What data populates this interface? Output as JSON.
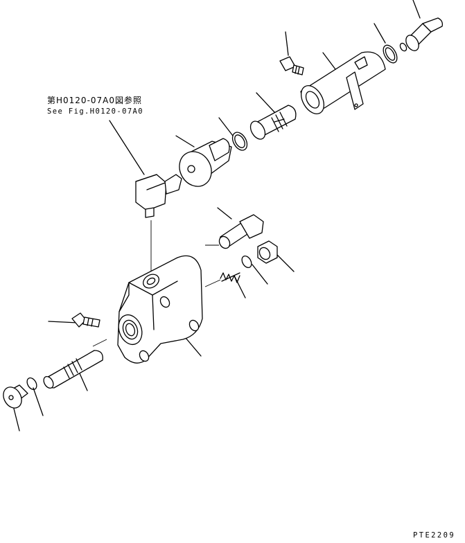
{
  "reference_note": {
    "japanese": "第H0120-07A0図参照",
    "english": "See Fig.H0120-07A0"
  },
  "drawing_code": "PTE2209"
}
